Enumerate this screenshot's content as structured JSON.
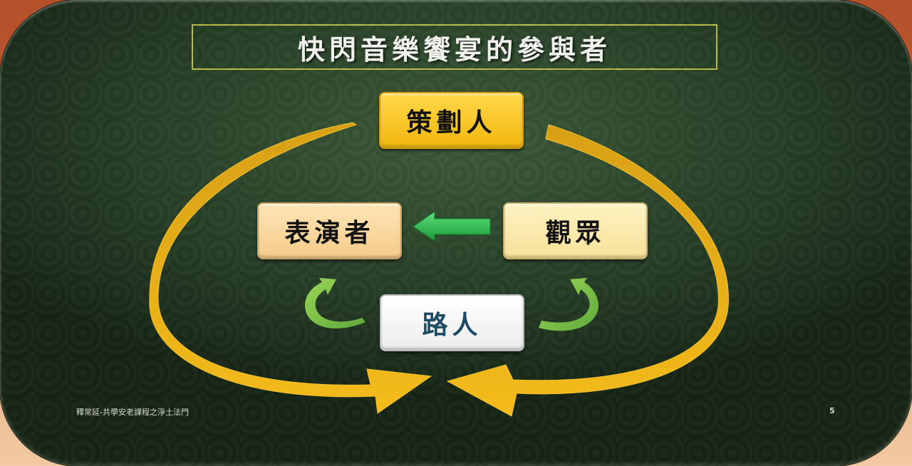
{
  "slide": {
    "title": "快閃音樂饗宴的參與者",
    "footer_text": "釋常延-共學安老課程之淨土法門",
    "page_number": "5"
  },
  "nodes": {
    "planner": "策劃人",
    "performer": "表演者",
    "audience": "觀眾",
    "passerby": "路人"
  },
  "arrows": [
    {
      "name": "audience-to-performer",
      "color": "#2db84a",
      "icon": "arrow-left-icon"
    },
    {
      "name": "passerby-to-performer",
      "color": "#7cc04a",
      "icon": "curved-arrow-up-icon"
    },
    {
      "name": "passerby-to-audience",
      "color": "#7cc04a",
      "icon": "curved-arrow-up-icon"
    },
    {
      "name": "planner-left-loop",
      "color": "#f2b70c",
      "icon": "curved-arrow-icon"
    },
    {
      "name": "planner-right-loop",
      "color": "#f2b70c",
      "icon": "curved-arrow-icon"
    }
  ],
  "colors": {
    "background": "#2f4a2e",
    "title_border": "#b8bd4a",
    "planner_fill": "#f2b70c",
    "performer_fill": "#f5cc8a",
    "audience_fill": "#f7e19a",
    "passerby_fill": "#ffffff",
    "passerby_text": "#1e4a63"
  }
}
